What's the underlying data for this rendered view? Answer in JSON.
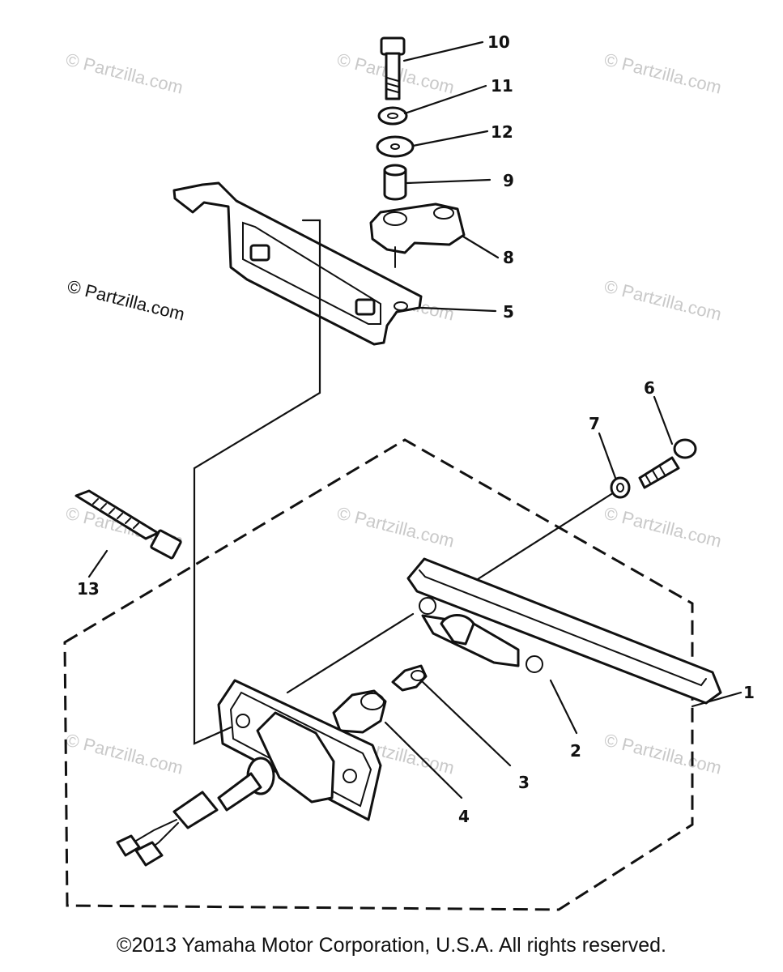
{
  "watermarks": {
    "text": "© Partzilla.com",
    "prominent": "© Partzilla.com"
  },
  "callouts": {
    "p1": "1",
    "p2": "2",
    "p3": "3",
    "p4": "4",
    "p5": "5",
    "p6": "6",
    "p7": "7",
    "p8": "8",
    "p9": "9",
    "p10": "10",
    "p11": "11",
    "p12": "12",
    "p13": "13"
  },
  "footer": {
    "copyright": "©2013  Yamaha Motor Corporation, U.S.A. All rights reserved."
  }
}
